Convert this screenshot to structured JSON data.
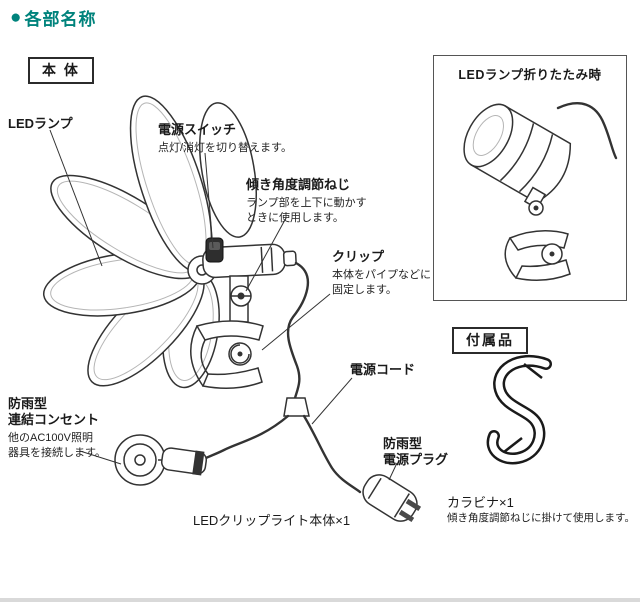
{
  "colors": {
    "accent": "#00837C"
  },
  "header": {
    "bullet": "●",
    "title": "各部名称"
  },
  "main": {
    "box_label": "本 体",
    "caption": "LEDクリップライト本体×1",
    "labels": {
      "led_lamp": {
        "title": "LEDランプ"
      },
      "power_switch": {
        "title": "電源スイッチ",
        "desc": [
          "点灯/消灯を切り替えます。"
        ]
      },
      "tilt_screw": {
        "title": "傾き角度調節ねじ",
        "desc": [
          "ランプ部を上下に動かす",
          "ときに使用します。"
        ]
      },
      "clip": {
        "title": "クリップ",
        "desc": [
          "本体をパイプなどに",
          "固定します。"
        ]
      },
      "power_cord": {
        "title": "電源コード"
      },
      "outlet": {
        "title": [
          "防雨型",
          "連結コンセント"
        ],
        "desc": [
          "他のAC100V照明",
          "器具を接続します。"
        ]
      },
      "plug": {
        "title": [
          "防雨型",
          "電源プラグ"
        ]
      }
    }
  },
  "folded": {
    "title": "LEDランプ折りたたみ時"
  },
  "accessories": {
    "box_label": "付属品",
    "item_name": "カラビナ×1",
    "item_desc": "傾き角度調節ねじに掛けて使用します。"
  }
}
